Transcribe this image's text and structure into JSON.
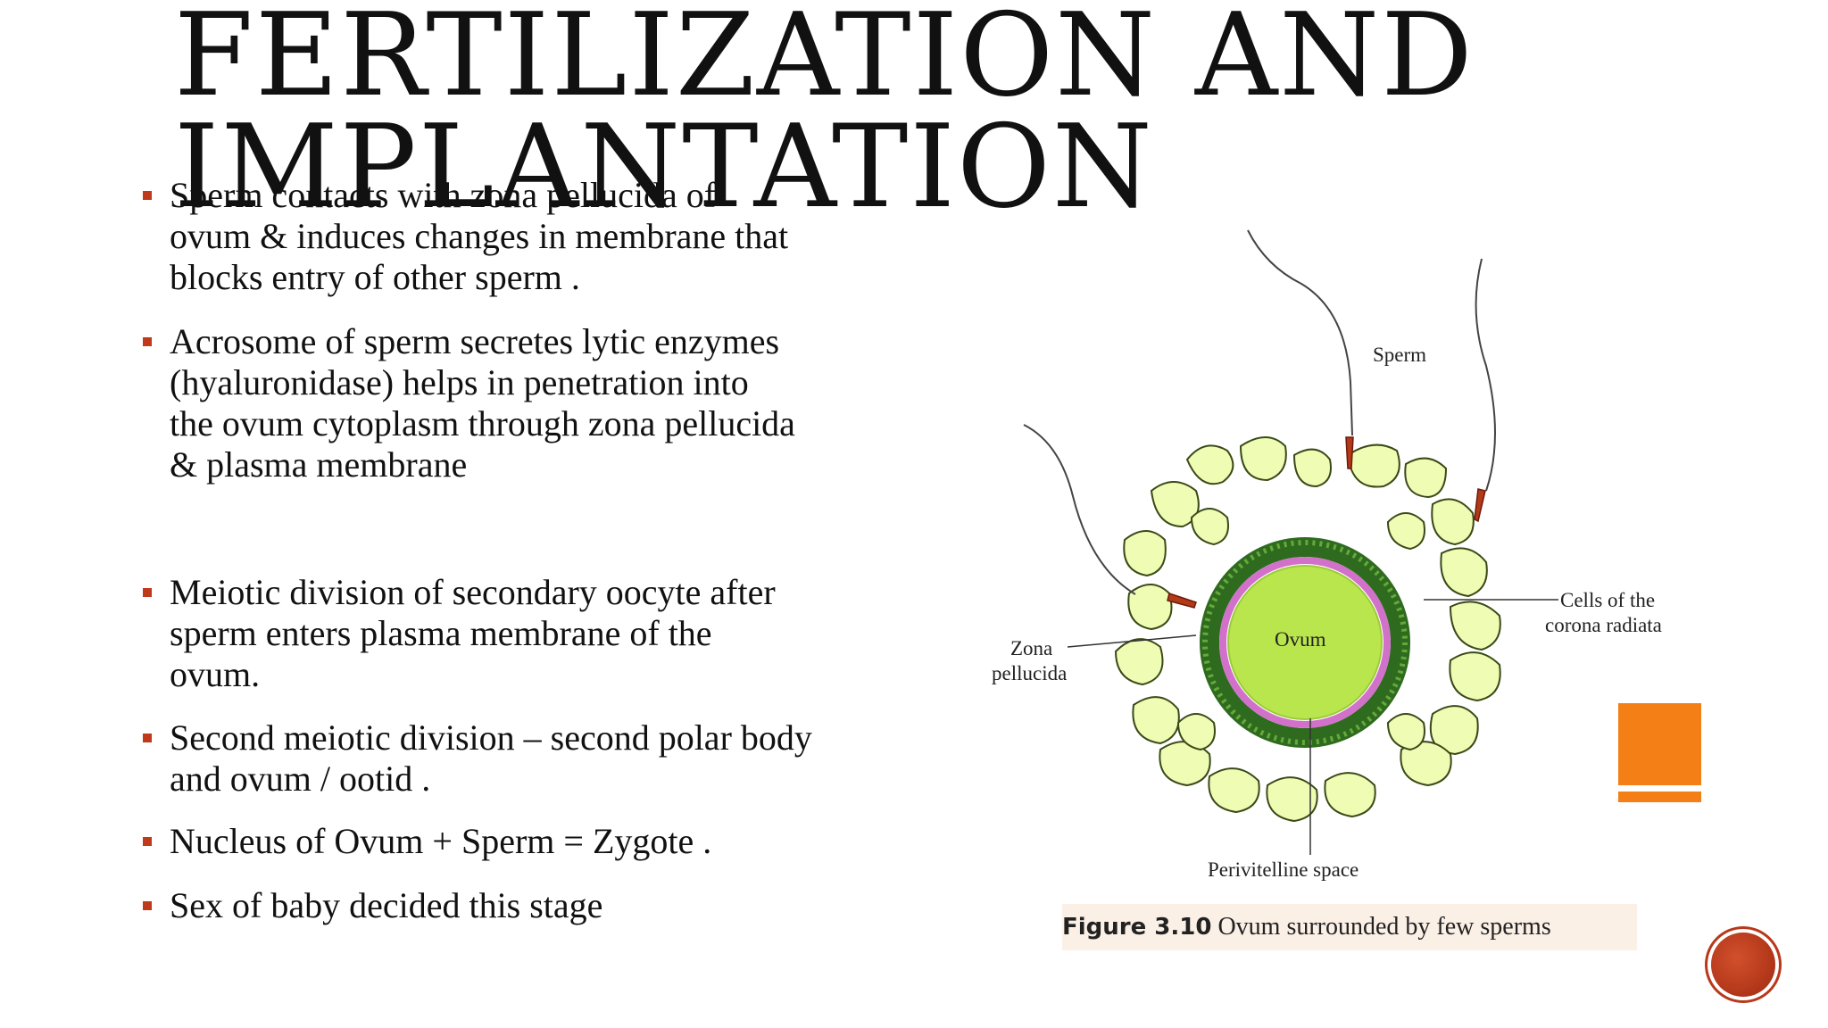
{
  "slide": {
    "title_line1": "FERTILIZATION AND",
    "title_line2": "IMPLANTATION",
    "bullets": [
      {
        "text": "Sperm contacts with zona pellucida of\novum & induces changes in membrane that\nblocks entry of other sperm ."
      },
      {
        "text": "Acrosome of sperm secretes lytic enzymes\n(hyaluronidase) helps in penetration into\nthe ovum cytoplasm through zona pellucida\n& plasma membrane"
      },
      {
        "text": "Meiotic division of secondary oocyte after\nsperm enters plasma membrane of the\novum."
      },
      {
        "text": "Second meiotic division – second polar body\nand ovum / ootid ."
      },
      {
        "text": "Nucleus of Ovum + Sperm = Zygote ."
      },
      {
        "text": " Sex of baby decided this stage"
      }
    ],
    "accent_color": "#c0391b",
    "decor_color": "#f57f17"
  },
  "figure": {
    "labels": {
      "sperm": "Sperm",
      "corona_line1": "Cells of the",
      "corona_line2": "corona radiata",
      "zona_line1": "Zona",
      "zona_line2": "pellucida",
      "ovum": "Ovum",
      "perivitelline": "Perivitelline space"
    },
    "caption": {
      "number": "Figure 3.10",
      "text": " Ovum surrounded by few sperms"
    }
  }
}
